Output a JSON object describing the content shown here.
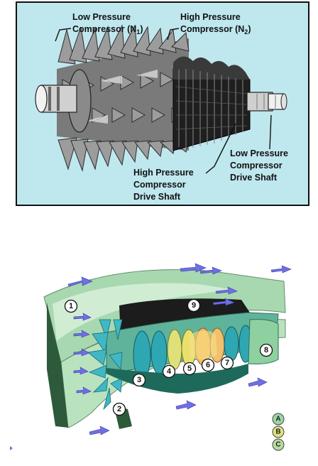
{
  "top": {
    "labels": {
      "lpc_line1": "Low Pressure",
      "lpc_line2": "Compressor (N",
      "lpc_sub": "1",
      "lpc_close": ")",
      "hpc_line1": "High Pressure",
      "hpc_line2": "Compressor (N",
      "hpc_sub": "2",
      "hpc_close": ")",
      "hpshaft_line1": "High Pressure",
      "hpshaft_line2": "Compressor",
      "hpshaft_line3": "Drive Shaft",
      "lpshaft_line1": "Low Pressure",
      "lpshaft_line2": "Compressor",
      "lpshaft_line3": "Drive Shaft"
    }
  },
  "bottom": {
    "stations": [
      "1",
      "2",
      "3",
      "4",
      "5",
      "6",
      "7",
      "8",
      "9"
    ],
    "key": [
      "A",
      "B",
      "C"
    ],
    "colors": {
      "a": "#9fd6a8",
      "b": "#dfe080",
      "c": "#b6dca0",
      "arrow": "#6f6fe0"
    }
  }
}
